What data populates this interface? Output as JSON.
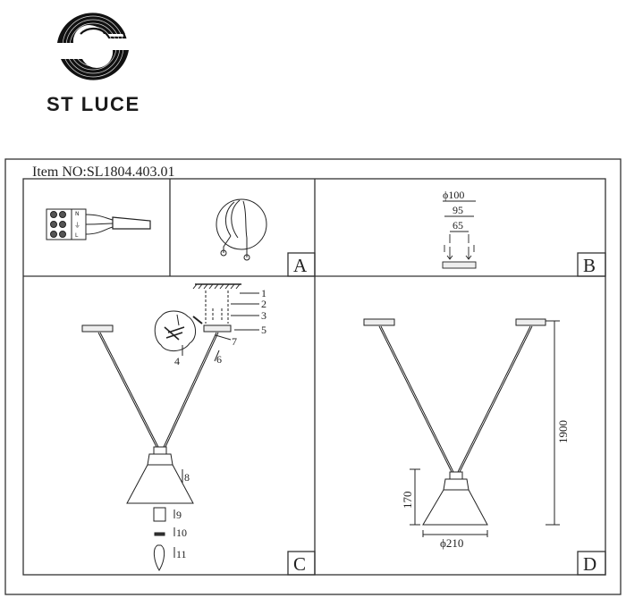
{
  "brand": {
    "name": "ST LUCE"
  },
  "item_label": "Item NO:SL1804.403.01",
  "panel_letters": {
    "a": "A",
    "b": "B",
    "c": "C",
    "d": "D"
  },
  "panel_a": {
    "ground_symbol": "⏚",
    "terminal_l": "L",
    "terminal_n": "N"
  },
  "panel_b": {
    "dim_outer": "ϕ100",
    "dim_mid": "95",
    "dim_inner": "65"
  },
  "panel_c": {
    "callouts": [
      "1",
      "2",
      "3",
      "4",
      "5",
      "6",
      "7",
      "8",
      "9",
      "10",
      "11"
    ]
  },
  "panel_d": {
    "height_total": "1900",
    "height_shade": "170",
    "diameter": "ϕ210"
  },
  "colors": {
    "line": "#222222",
    "frame": "#333333",
    "logo": "#111111"
  }
}
